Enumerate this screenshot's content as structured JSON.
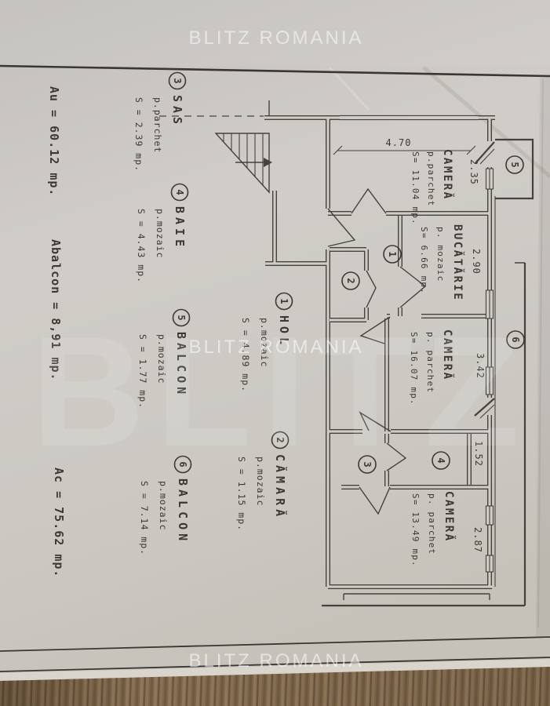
{
  "photo": {
    "brand_watermark": "BLITZ ROMANIA",
    "giant_watermark": "BLITZ"
  },
  "totals": {
    "useful_area": "Au = 60.12 mp.",
    "balcony_area": "Abalcon = 8,91 mp.",
    "built_area": "Ac = 75.62 mp."
  },
  "legend": {
    "entries": [
      {
        "num": "3",
        "name": "SAS",
        "floor": "p.parchet",
        "area": "S = 2.39 mp."
      },
      {
        "num": "4",
        "name": "BAIE",
        "floor": "p.mozaic",
        "area": "S = 4.43 mp."
      },
      {
        "num": "5",
        "name": "BALCON",
        "floor": "p.mozaic",
        "area": "S = 1.77 mp."
      },
      {
        "num": "6",
        "name": "BALCON",
        "floor": "p.mozaic",
        "area": "S = 7.14 mp."
      },
      {
        "num": "1",
        "name": "HOL",
        "floor": "p.mozaic",
        "area": "S = 4.89 mp."
      },
      {
        "num": "2",
        "name": "CĂMARĂ",
        "floor": "p.mozaic",
        "area": "S = 1.15 mp."
      }
    ]
  },
  "plan": {
    "rooms": [
      {
        "name": "CAMERĂ",
        "floor": "p.parchet",
        "area": "S= 11.04 mp."
      },
      {
        "name": "BUCĂTĂRIE",
        "floor": "p. mozaic",
        "area": "S= 6.66 mp."
      },
      {
        "name": "CAMERĂ",
        "floor": "p. parchet",
        "area": "S= 16.07 mp."
      },
      {
        "name": "CAMERĂ",
        "floor": "p. parchet",
        "area": "S= 13.49 mp."
      }
    ],
    "numbers": {
      "n1": "1",
      "n2": "2",
      "n3": "3",
      "n4": "4",
      "n5": "5",
      "n6": "6"
    },
    "dimensions": {
      "width_top": "4.70",
      "cam5": "2.35",
      "kitchen": "2.90",
      "cam6": "3.42",
      "baie": "1.52",
      "cam4": "2.87"
    }
  }
}
